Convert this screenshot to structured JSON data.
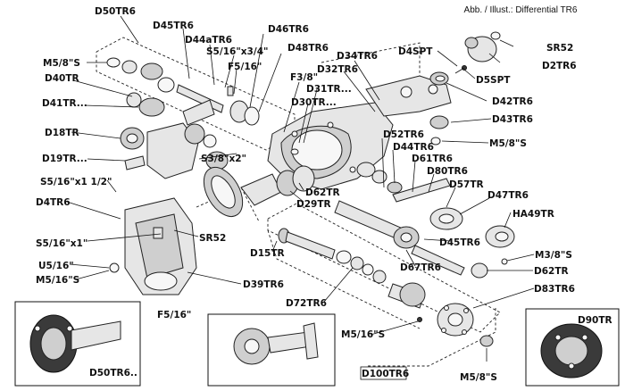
{
  "header": {
    "note": "Abb. / Illust.: Differential TR6"
  },
  "parts": {
    "d50tr6_top": "D50TR6",
    "m58s_left": "M5/8\"S",
    "d45tr6": "D45TR6",
    "d44atr6": "D44aTR6",
    "s516x34": "S5/16\"x3/4\"",
    "f516_upper": "F5/16\"",
    "d46tr6": "D46TR6",
    "d48tr6": "D48TR6",
    "d40tr": "D40TR",
    "d41tr": "D41TR...",
    "d18tr": "D18TR",
    "d19tr": "D19TR...",
    "f38": "F3/8\"",
    "d31tr": "D31TR...",
    "d30tr": "D30TR...",
    "d34tr6": "D34TR6",
    "d32tr6": "D32TR6",
    "d4spt": "D4SPT",
    "sr52_top": "SR52",
    "d2tr6": "D2TR6",
    "d5spt": "D5SPT",
    "d42tr6": "D42TR6",
    "d43tr6": "D43TR6",
    "m58s_right": "M5/8\"S",
    "d52tr6": "D52TR6",
    "d44tr6": "D44TR6",
    "d61tr6": "D61TR6",
    "d80tr6": "D80TR6",
    "s38x2": "S3/8\"x2\"",
    "s516x112": "S5/16\"x1 1/2\"",
    "d4tr6": "D4TR6",
    "d62tr_mid": "D62TR",
    "d29tr": "D29TR",
    "d57tr": "D57TR",
    "d47tr6": "D47TR6",
    "ha49tr": "HA49TR",
    "d45tr6_lower": "D45TR6",
    "sr52_mid": "SR52",
    "s516x1": "S5/16\"x1\"",
    "d15tr": "D15TR",
    "m38s": "M3/8\"S",
    "u516": "U5/16\"",
    "m516s_left": "M5/16\"S",
    "d67tr6": "D67TR6",
    "d62tr_right": "D62TR",
    "d39tr6": "D39TR6",
    "d83tr6": "D83TR6",
    "d72tr6": "D72TR6",
    "f516_lower": "F5/16\"",
    "m516s_bottom": "M5/16\"S",
    "d90tr": "D90TR",
    "d100tr6": "D100TR6",
    "m58s_bottom": "M5/8\"S",
    "d50tr6_inset": "D50TR6.."
  }
}
